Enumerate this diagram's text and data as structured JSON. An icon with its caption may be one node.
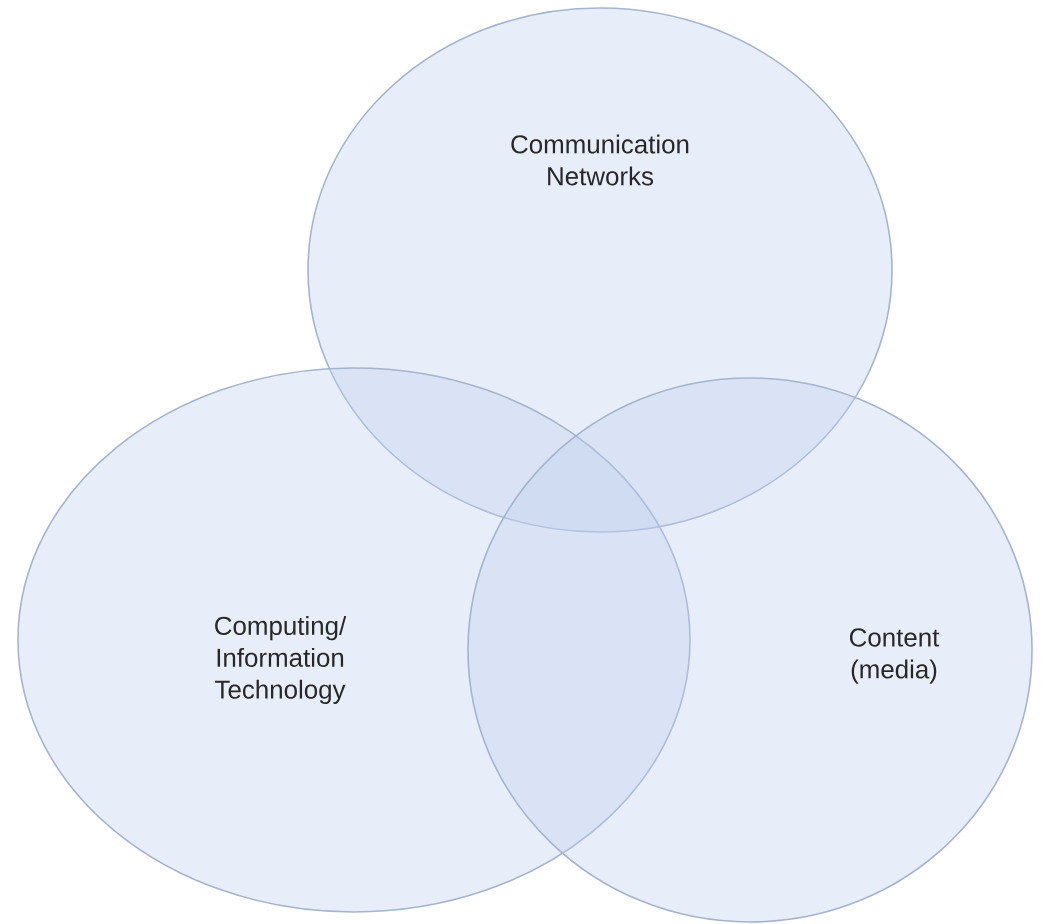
{
  "diagram": {
    "nodes": [
      {
        "text": [
          "Communication Networks"
        ]
      },
      {
        "text": [
          "Computing/ Information Technology"
        ]
      },
      {
        "text": [
          "Content (media)"
        ]
      }
    ]
  }
}
